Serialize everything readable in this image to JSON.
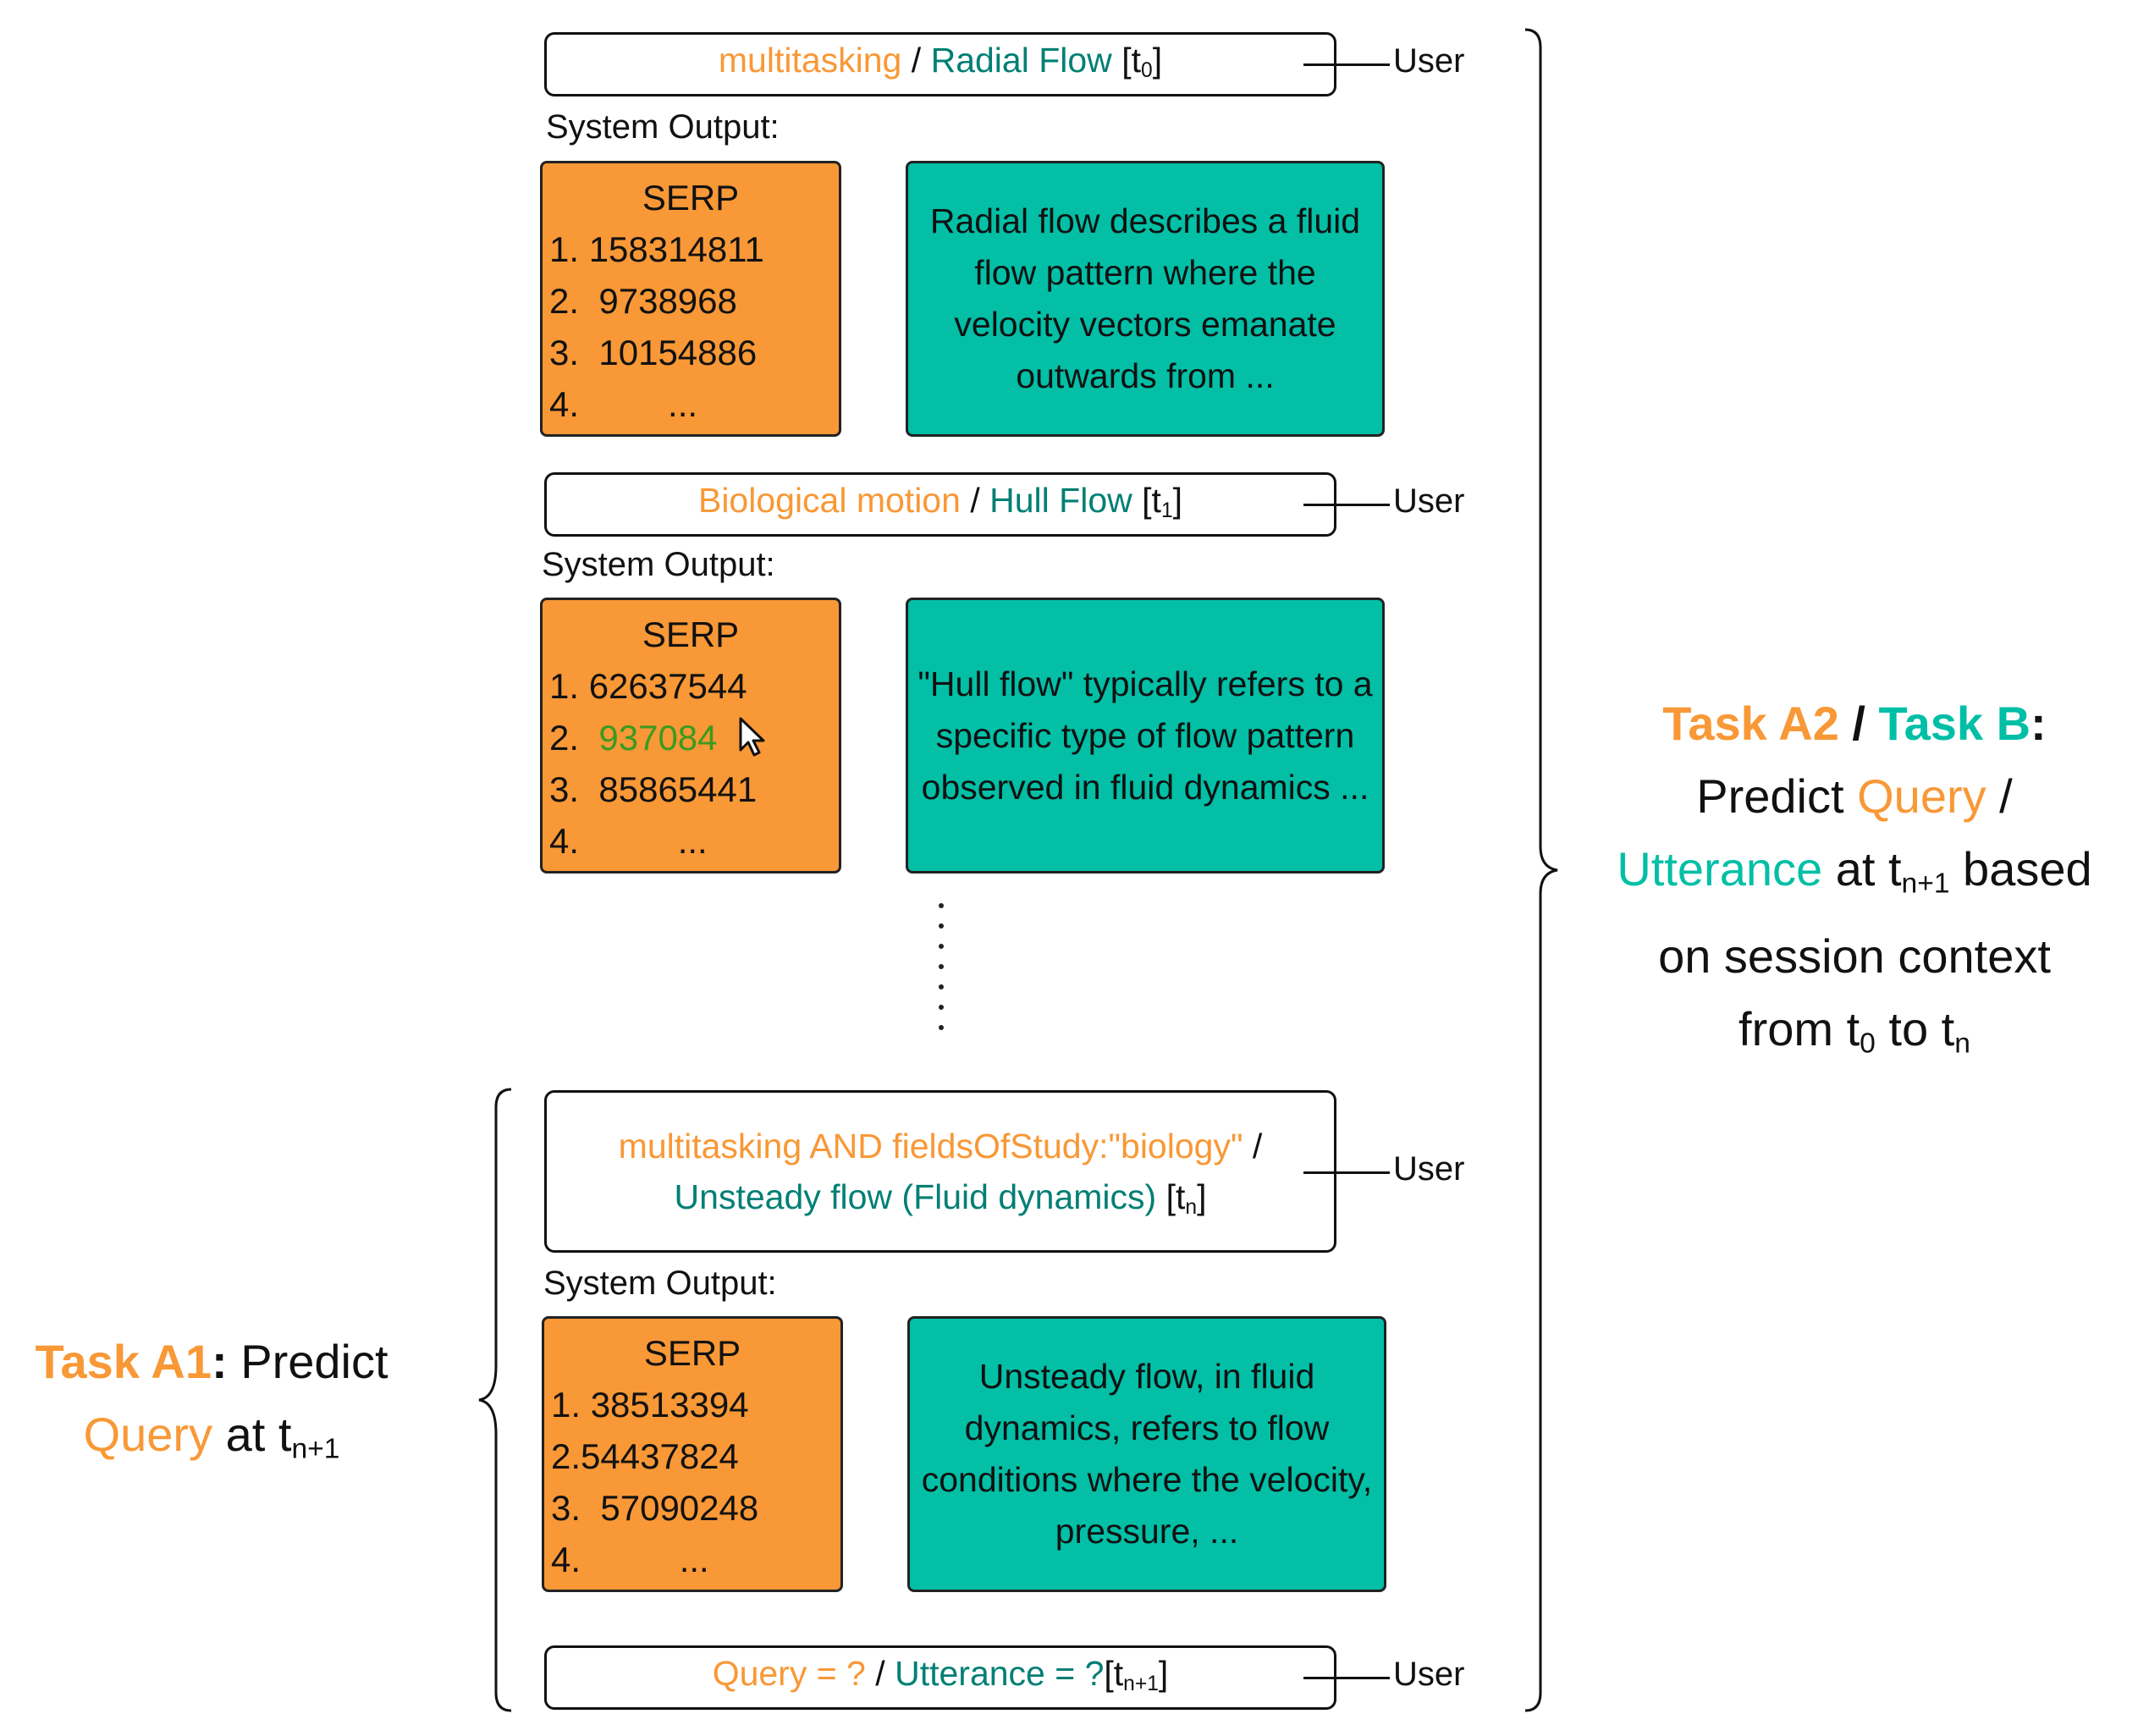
{
  "colors": {
    "orange": "#f89836",
    "teal": "#00bfa6",
    "dark_teal": "#007f74",
    "clicked_green": "#3c9a1f"
  },
  "turns": [
    {
      "query": "multitasking",
      "sep": "/",
      "utterance": "Radial Flow",
      "time_base": "[t",
      "time_sub": "0",
      "time_close": "]",
      "user_label": "User",
      "system_output_label": "System Output:",
      "serp": {
        "title": "SERP",
        "items": [
          "1. 158314811",
          "2.  9738968",
          "3.  10154886",
          "4.         ..."
        ]
      },
      "answer": "Radial flow describes a fluid flow pattern where the velocity vectors emanate outwards from ..."
    },
    {
      "query": "Biological motion",
      "sep": "/",
      "utterance": "Hull Flow",
      "time_base": "[t",
      "time_sub": "1",
      "time_close": "]",
      "user_label": "User",
      "system_output_label": "System Output:",
      "serp": {
        "title": "SERP",
        "item1": "1. 62637544",
        "item2_prefix": "2.  ",
        "item2_clicked": "937084",
        "item3": "3.  85865441",
        "item4": "4.          ..."
      },
      "cursor_icon": "mouse-cursor-icon",
      "answer": "\"Hull flow\" typically refers to a specific type of flow pattern observed in fluid dynamics ..."
    },
    {
      "query": "multitasking AND fieldsOfStudy:\"biology\"",
      "sep": "/",
      "utterance": "Unsteady flow (Fluid dynamics)",
      "time_base": "[t",
      "time_sub": "n",
      "time_close": "]",
      "user_label": "User",
      "system_output_label": "System Output:",
      "serp": {
        "title": "SERP",
        "items": [
          "1. 38513394",
          "2.54437824",
          "3.  57090248",
          "4.          ..."
        ]
      },
      "answer": "Unsteady flow, in fluid dynamics, refers to flow conditions where the velocity, pressure, ..."
    }
  ],
  "next_turn": {
    "query": "Query = ?",
    "sep": "/",
    "utterance": "Utterance = ?",
    "time_base": "[t",
    "time_sub": "n+1",
    "time_close": "]",
    "user_label": "User"
  },
  "task_a1": {
    "name": "Task A1",
    "colon": ":",
    "predict": " Predict",
    "query_word": "Query",
    "at": " at t",
    "sub": "n+1"
  },
  "task_a2b": {
    "name_a2": "Task A2",
    "slash": " / ",
    "name_b": "Task B",
    "colon": ":",
    "predict": "Predict ",
    "query_word": "Query",
    "slash2": " /",
    "utterance_word": "Utterance",
    "at": " at t",
    "sub1": "n+1",
    "based": " based",
    "line4": "on session context",
    "from": "from t",
    "sub_from": "0",
    "to": " to t",
    "sub_to": "n"
  }
}
